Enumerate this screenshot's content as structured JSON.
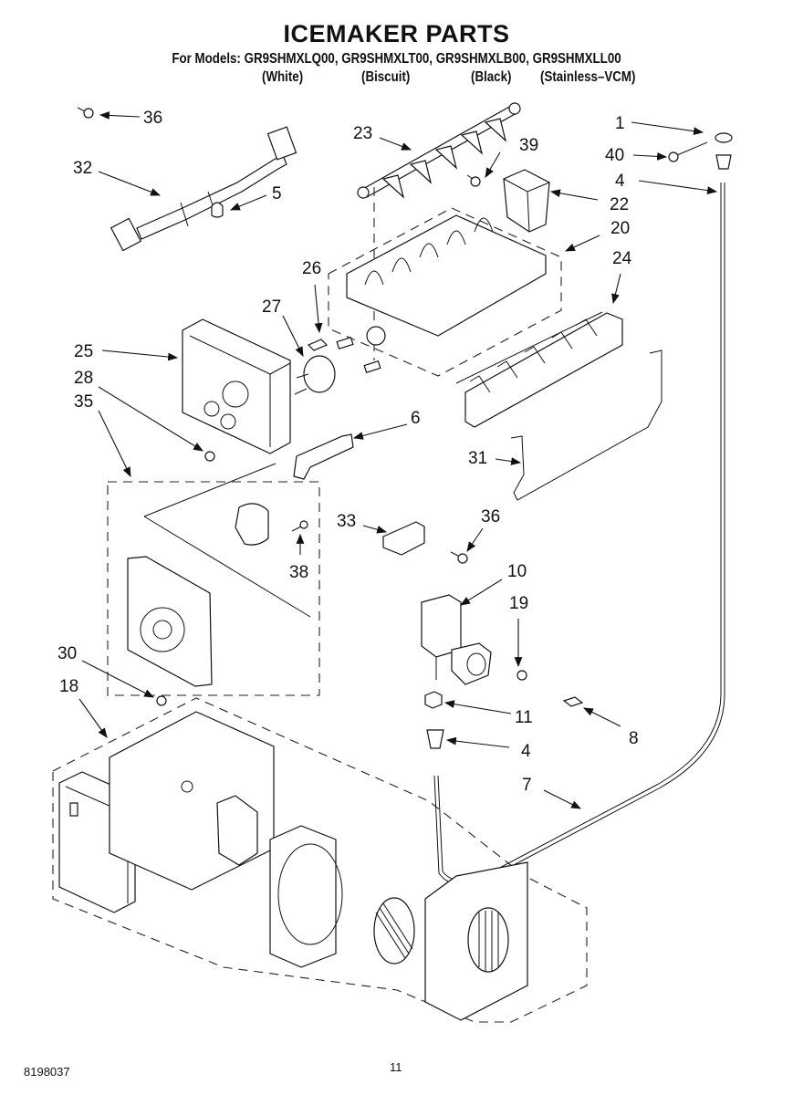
{
  "header": {
    "title": "ICEMAKER PARTS",
    "models_line": "For Models: GR9SHMXLQ00, GR9SHMXLT00, GR9SHMXLB00, GR9SHMXLL00",
    "variants": [
      "(White)",
      "(Biscuit)",
      "(Black)",
      "(Stainless–VCM)"
    ]
  },
  "parts": [
    {
      "id": "p36a",
      "label": "36",
      "name": "screw"
    },
    {
      "id": "p32",
      "label": "32",
      "name": "wire-harness"
    },
    {
      "id": "p5",
      "label": "5",
      "name": "clip"
    },
    {
      "id": "p23",
      "label": "23",
      "name": "ejector"
    },
    {
      "id": "p39",
      "label": "39",
      "name": "screw"
    },
    {
      "id": "p22",
      "label": "22",
      "name": "fill-cup"
    },
    {
      "id": "p20",
      "label": "20",
      "name": "ice-mold-assembly"
    },
    {
      "id": "p1",
      "label": "1",
      "name": "clamp"
    },
    {
      "id": "p40",
      "label": "40",
      "name": "screw"
    },
    {
      "id": "p4a",
      "label": "4",
      "name": "fitting"
    },
    {
      "id": "p24",
      "label": "24",
      "name": "stripper"
    },
    {
      "id": "p26",
      "label": "26",
      "name": "clip"
    },
    {
      "id": "p27",
      "label": "27",
      "name": "thermostat"
    },
    {
      "id": "p25",
      "label": "25",
      "name": "module-housing"
    },
    {
      "id": "p28",
      "label": "28",
      "name": "screw"
    },
    {
      "id": "p35",
      "label": "35",
      "name": "module-assembly"
    },
    {
      "id": "p6",
      "label": "6",
      "name": "bracket"
    },
    {
      "id": "p31",
      "label": "31",
      "name": "shut-off-arm"
    },
    {
      "id": "p33",
      "label": "33",
      "name": "cover"
    },
    {
      "id": "p36b",
      "label": "36",
      "name": "screw"
    },
    {
      "id": "p38",
      "label": "38",
      "name": "screw"
    },
    {
      "id": "p10",
      "label": "10",
      "name": "water-valve"
    },
    {
      "id": "p19",
      "label": "19",
      "name": "screw"
    },
    {
      "id": "p30",
      "label": "30",
      "name": "screw"
    },
    {
      "id": "p18",
      "label": "18",
      "name": "auger-motor-assembly"
    },
    {
      "id": "p11",
      "label": "11",
      "name": "nut"
    },
    {
      "id": "p8",
      "label": "8",
      "name": "clip"
    },
    {
      "id": "p4b",
      "label": "4",
      "name": "fitting"
    },
    {
      "id": "p7",
      "label": "7",
      "name": "water-tube"
    }
  ],
  "footer": {
    "doc_number": "8198037",
    "page_number": "11"
  }
}
